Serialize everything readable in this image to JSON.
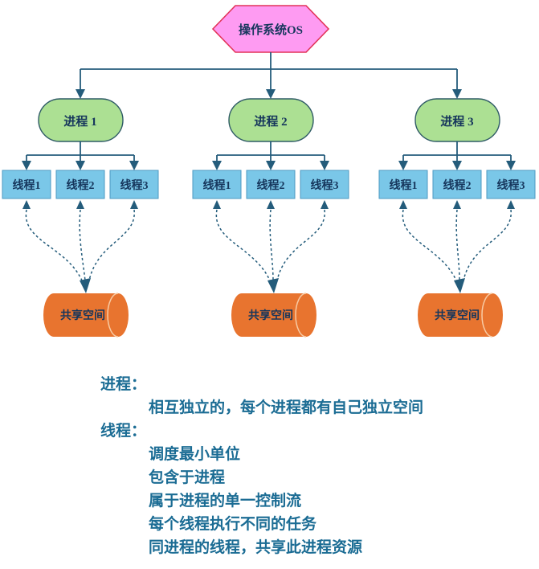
{
  "diagram": {
    "os": {
      "label": "操作系统OS"
    },
    "processes": [
      {
        "label": "进程 1",
        "threads": [
          "线程1",
          "线程2",
          "线程3"
        ],
        "shared_label": "共享空间"
      },
      {
        "label": "进程 2",
        "threads": [
          "线程1",
          "线程2",
          "线程3"
        ],
        "shared_label": "共享空间"
      },
      {
        "label": "进程 3",
        "threads": [
          "线程1",
          "线程2",
          "线程3"
        ],
        "shared_label": "共享空间"
      }
    ],
    "colors": {
      "os_fill": "#FE9BF2",
      "os_border": "#E23358",
      "process_fill": "#ACE093",
      "process_border": "#2F5B66",
      "thread_fill": "#7AC7E8",
      "thread_border": "#4E9AC2",
      "shared_fill": "#E8742F",
      "shared_seam": "#F8CBA4",
      "connector": "#245C7B",
      "node_text": "#16365C",
      "notes_text": "#1B6C94"
    }
  },
  "notes": {
    "process_header": "进程：",
    "process_points": [
      "相互独立的，每个进程都有自己独立空间"
    ],
    "thread_header": "线程：",
    "thread_points": [
      "调度最小单位",
      "包含于进程",
      "属于进程的单一控制流",
      "每个线程执行不同的任务",
      "同进程的线程，共享此进程资源"
    ]
  }
}
